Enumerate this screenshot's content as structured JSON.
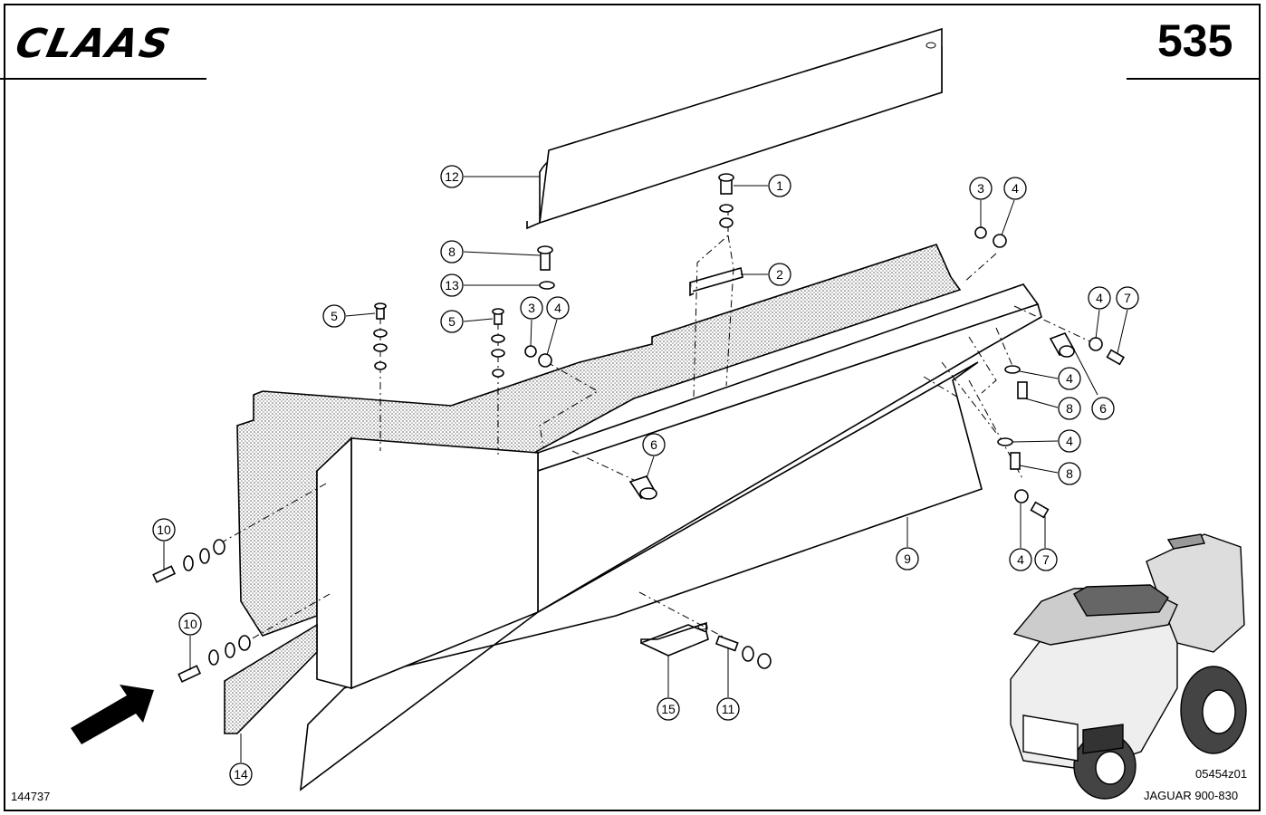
{
  "header": {
    "brand": "CLAAS",
    "page_number": "535"
  },
  "footer": {
    "drawing_number": "144737",
    "reference_code": "05454z01",
    "model": "JAGUAR 900-830"
  },
  "callouts": [
    {
      "label": "1"
    },
    {
      "label": "2"
    },
    {
      "label": "3"
    },
    {
      "label": "4"
    },
    {
      "label": "3"
    },
    {
      "label": "4"
    },
    {
      "label": "4"
    },
    {
      "label": "7"
    },
    {
      "label": "5"
    },
    {
      "label": "5"
    },
    {
      "label": "6"
    },
    {
      "label": "4"
    },
    {
      "label": "8"
    },
    {
      "label": "6"
    },
    {
      "label": "4"
    },
    {
      "label": "8"
    },
    {
      "label": "4"
    },
    {
      "label": "7"
    },
    {
      "label": "9"
    },
    {
      "label": "10"
    },
    {
      "label": "10"
    },
    {
      "label": "11"
    },
    {
      "label": "12"
    },
    {
      "label": "13"
    },
    {
      "label": "8"
    },
    {
      "label": "14"
    },
    {
      "label": "15"
    }
  ],
  "icons": [
    "claas-logo",
    "direction-arrow-icon",
    "harvester-thumbnail"
  ]
}
